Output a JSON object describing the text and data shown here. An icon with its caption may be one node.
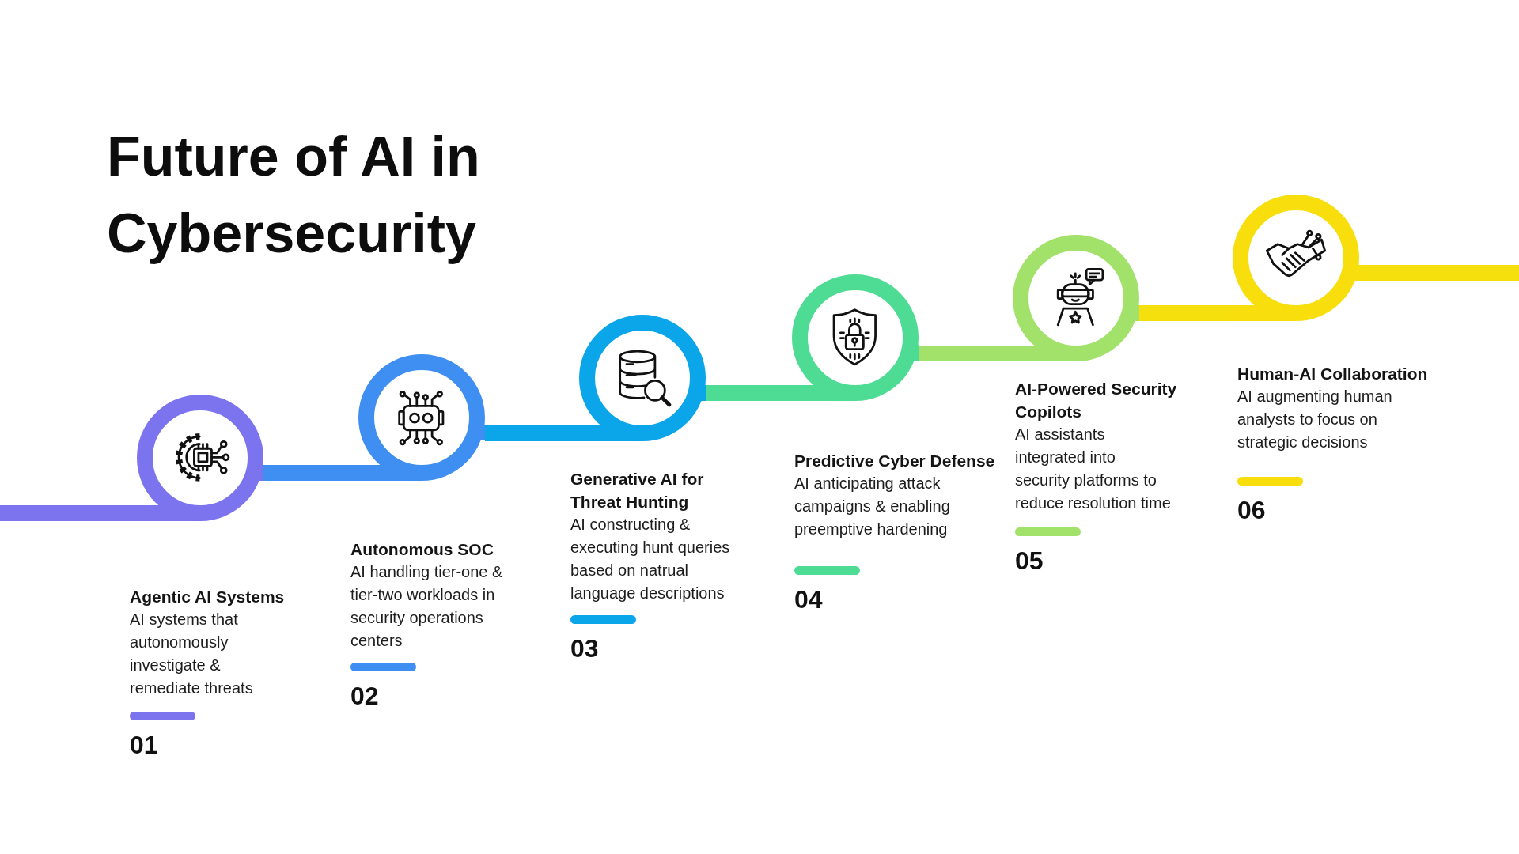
{
  "diagram": {
    "title": "Future of AI in Cybersecurity",
    "nodes": [
      {
        "text": [
          "Agentic AI Systems",
          "AI systems that autonomously investigate & remediate threats"
        ],
        "beside": [
          "01"
        ]
      },
      {
        "text": [
          "Autonomous SOC",
          "AI handling tier-one & tier-two workloads in security operations centers"
        ],
        "beside": [
          "02"
        ]
      },
      {
        "text": [
          "Generative AI for Threat Hunting",
          "AI constructing & executing hunt queries based on natrual language descriptions"
        ],
        "beside": [
          "03"
        ]
      },
      {
        "text": [
          "Predictive Cyber Defense",
          "AI anticipating attack campaigns & enabling preemptive hardening"
        ],
        "beside": [
          "04"
        ]
      },
      {
        "text": [
          "AI-Powered Security Copilots",
          "AI assistants integrated into security platforms to reduce resolution time"
        ],
        "beside": [
          "05"
        ]
      },
      {
        "text": [
          "Human-AI Collaboration",
          "AI augmenting human analysts to focus on strategic decisions"
        ],
        "beside": [
          "06"
        ]
      }
    ],
    "edges": [
      {
        "from": null,
        "to": 0,
        "arrow": "none",
        "color": "#7b74ee"
      },
      {
        "from": 0,
        "to": 1,
        "arrow": "none",
        "color": "#3f8ef2"
      },
      {
        "from": 1,
        "to": 2,
        "arrow": "none",
        "color": "#0ba5ea"
      },
      {
        "from": 2,
        "to": 3,
        "arrow": "none",
        "color": "#4edc95"
      },
      {
        "from": 3,
        "to": 4,
        "arrow": "none",
        "color": "#a3e26a"
      },
      {
        "from": 4,
        "to": 5,
        "arrow": "none",
        "color": "#f5df0c"
      },
      {
        "from": 5,
        "to": null,
        "arrow": "none",
        "color": "#f5df0c"
      }
    ]
  }
}
